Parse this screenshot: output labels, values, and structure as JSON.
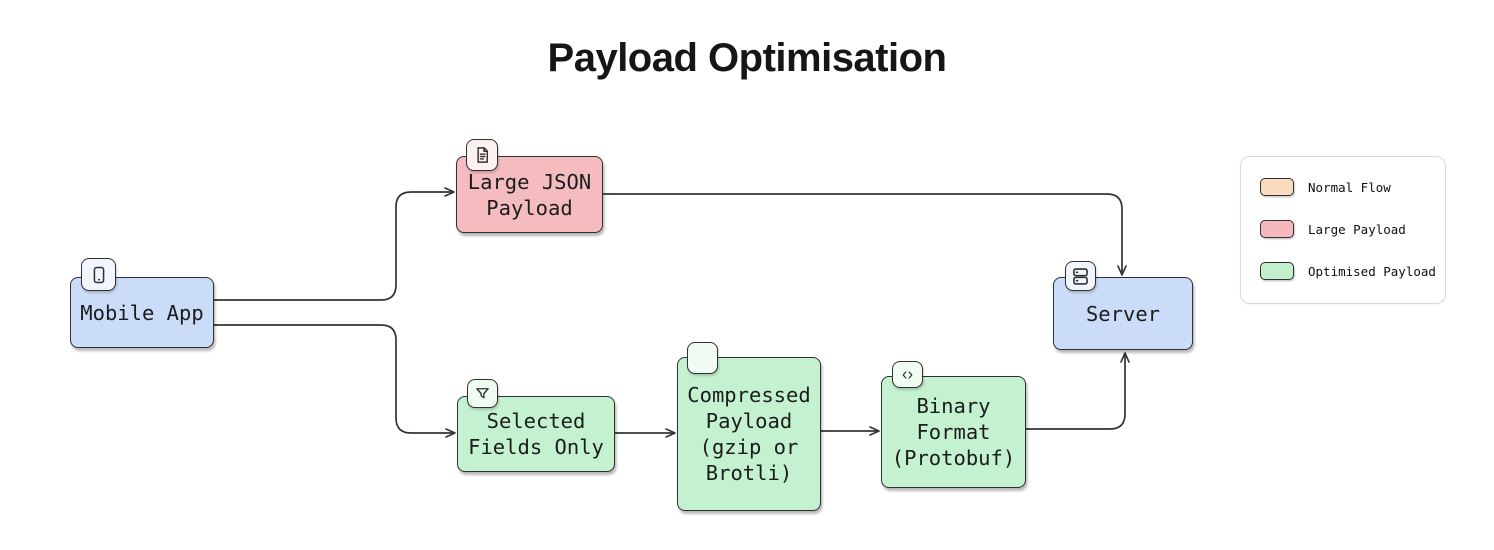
{
  "page": {
    "background": "#ffffff"
  },
  "diagram": {
    "title": "Payload Optimisation",
    "nodes": [
      {
        "id": "mobile-app",
        "label": "Mobile App",
        "icon": "smartphone-icon",
        "fill": "#cbdcf8",
        "category": "normal"
      },
      {
        "id": "large-json-payload",
        "label": "Large JSON\nPayload",
        "icon": "document-icon",
        "fill": "#f4bcbf",
        "category": "large"
      },
      {
        "id": "selected-fields-only",
        "label": "Selected\nFields Only",
        "icon": "funnel-icon",
        "fill": "#c4f1d0",
        "category": "optimised"
      },
      {
        "id": "compressed-payload",
        "label": "Compressed\nPayload\n(gzip or\nBrotli)",
        "icon": "blank-icon",
        "fill": "#c4f1d0",
        "category": "optimised"
      },
      {
        "id": "binary-format",
        "label": "Binary\nFormat\n(Protobuf)",
        "icon": "code-icon",
        "fill": "#c4f1d0",
        "category": "optimised"
      },
      {
        "id": "server",
        "label": "Server",
        "icon": "server-icon",
        "fill": "#cbdcf8",
        "category": "normal"
      }
    ],
    "edges": [
      {
        "from": "mobile-app",
        "to": "large-json-payload"
      },
      {
        "from": "mobile-app",
        "to": "selected-fields-only"
      },
      {
        "from": "large-json-payload",
        "to": "server"
      },
      {
        "from": "selected-fields-only",
        "to": "compressed-payload"
      },
      {
        "from": "compressed-payload",
        "to": "binary-format"
      },
      {
        "from": "binary-format",
        "to": "server"
      }
    ],
    "legend": {
      "items": [
        {
          "label": "Normal Flow",
          "color": "#f9dcbd"
        },
        {
          "label": "Large Payload",
          "color": "#f4b8bd"
        },
        {
          "label": "Optimised Payload",
          "color": "#c2f0cd"
        }
      ]
    },
    "colors": {
      "edge": "#343434",
      "node_border": "#303030",
      "text": "#1c1c1c"
    }
  }
}
